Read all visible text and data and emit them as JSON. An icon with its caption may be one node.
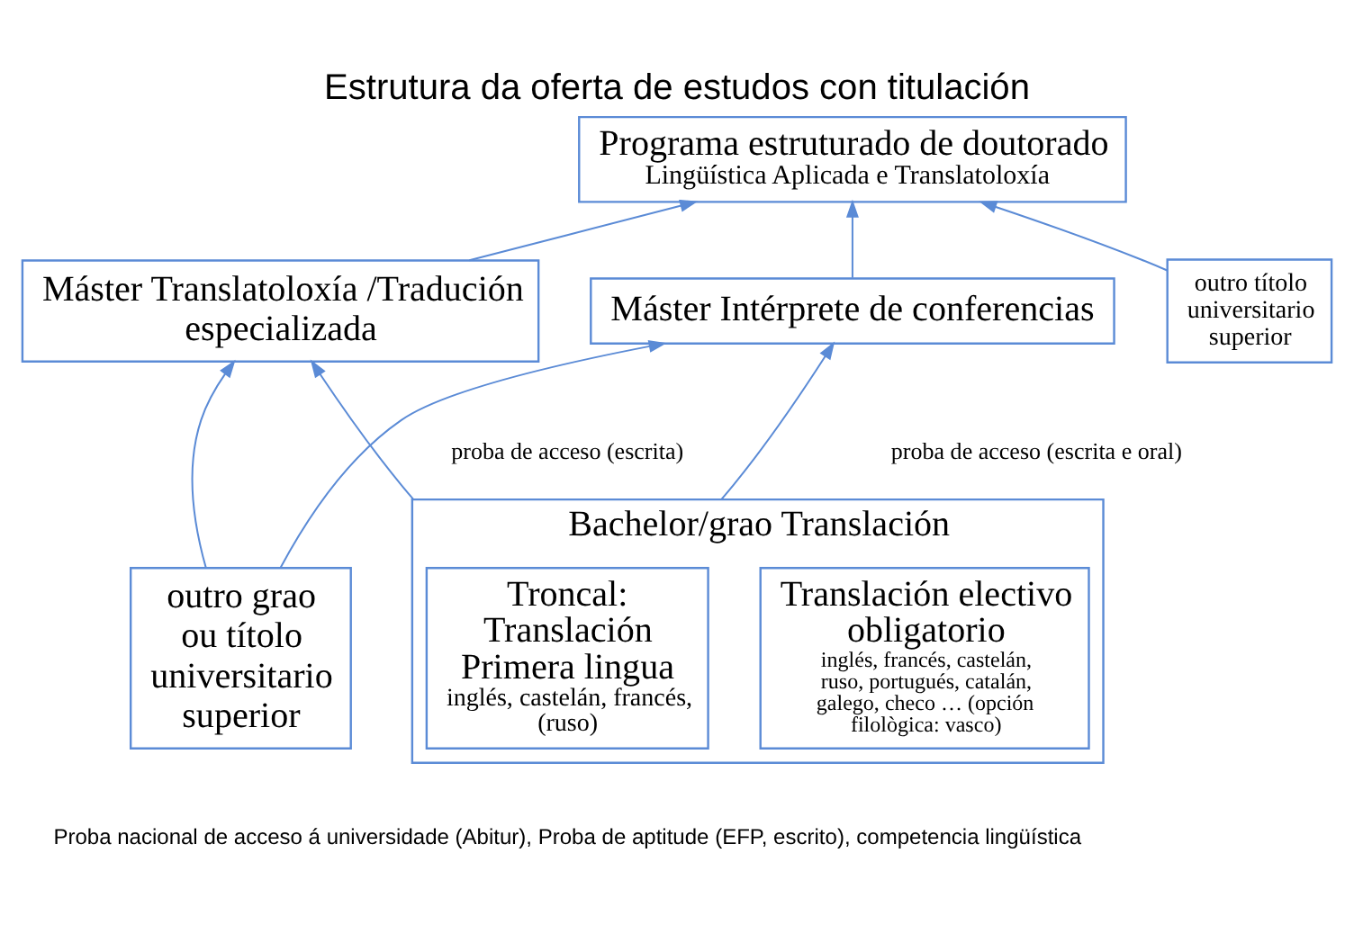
{
  "diagram": {
    "title": "Estrutura da oferta de estudos con titulación",
    "nodes": [
      {
        "text": [
          "Programa estruturado de doutorado",
          "Lingüística Aplicada e Translatoloxía"
        ]
      },
      {
        "text": [
          "Máster Translatoloxía /Tradución especializada"
        ]
      },
      {
        "text": [
          "Máster Intérprete de conferencias"
        ]
      },
      {
        "text": [
          "outro títolo universitario superior"
        ]
      },
      {
        "text": [
          "Bachelor/grao Translación"
        ]
      },
      {
        "text": [
          "Troncal: Translación Primera lingua",
          "inglés, castelán, francés, (ruso)"
        ],
        "in": 4
      },
      {
        "text": [
          "Translación electivo obligatorio",
          "inglés, francés, castelán, ruso, portugués, catalán, galego, checo … (opción filològica: vasco)"
        ],
        "in": 4
      },
      {
        "text": [
          "outro grao ou títolo universitario superior"
        ]
      }
    ],
    "edges": [
      {
        "from": 1,
        "to": 0,
        "arrow": "to"
      },
      {
        "from": 2,
        "to": 0,
        "arrow": "to"
      },
      {
        "from": 3,
        "to": 0,
        "arrow": "to"
      },
      {
        "from": 4,
        "to": 1,
        "arrow": "to"
      },
      {
        "from": 4,
        "to": 2,
        "arrow": "to"
      },
      {
        "from": 7,
        "to": 1,
        "arrow": "to"
      },
      {
        "from": 7,
        "to": 2,
        "arrow": "to"
      }
    ],
    "labels": [
      "proba de acceso (escrita)",
      "proba de acceso (escrita e oral)",
      "Proba nacional de acceso á universidade (Abitur), Proba de aptitude (EFP, escrito), competencia lingüística"
    ]
  }
}
